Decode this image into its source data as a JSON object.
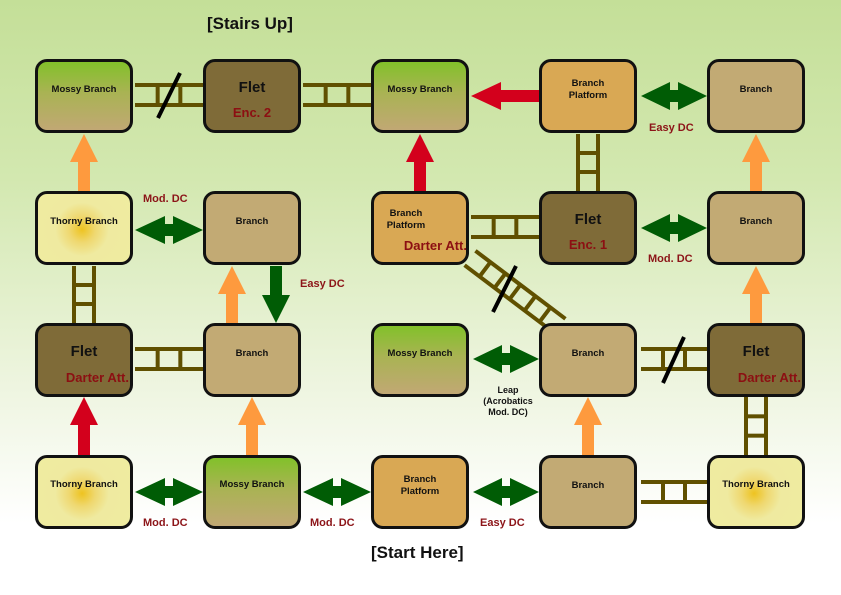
{
  "labels": {
    "top": "[Stairs Up]",
    "bottom": "[Start Here]"
  },
  "colors": {
    "move_arrow": "#fe9a3e",
    "hazard_arrow": "#d3001c",
    "jump_arrow": "#005c05",
    "ladder": "#605000",
    "dc_text": "#8c1418"
  },
  "nodes": [
    {
      "id": "r1c1",
      "type": "mossy",
      "label": "Mossy Branch"
    },
    {
      "id": "r1c2",
      "type": "flet",
      "label": "Flet",
      "sub": "Enc. 2"
    },
    {
      "id": "r1c3",
      "type": "mossy",
      "label": "Mossy Branch"
    },
    {
      "id": "r1c4",
      "type": "platform",
      "label": "Branch Platform"
    },
    {
      "id": "r1c5",
      "type": "branch",
      "label": "Branch"
    },
    {
      "id": "r2c1",
      "type": "thorny",
      "label": "Thorny Branch"
    },
    {
      "id": "r2c2",
      "type": "branch",
      "label": "Branch"
    },
    {
      "id": "r2c3",
      "type": "platform",
      "label": "Branch Platform",
      "sub": "Darter Att."
    },
    {
      "id": "r2c4",
      "type": "flet",
      "label": "Flet",
      "sub": "Enc. 1"
    },
    {
      "id": "r2c5",
      "type": "branch",
      "label": "Branch"
    },
    {
      "id": "r3c1",
      "type": "flet",
      "label": "Flet",
      "sub": "Darter Att."
    },
    {
      "id": "r3c2",
      "type": "branch",
      "label": "Branch"
    },
    {
      "id": "r3c3",
      "type": "mossy",
      "label": "Mossy Branch"
    },
    {
      "id": "r3c4",
      "type": "branch",
      "label": "Branch"
    },
    {
      "id": "r3c5",
      "type": "flet",
      "label": "Flet",
      "sub": "Darter Att."
    },
    {
      "id": "r4c1",
      "type": "thorny",
      "label": "Thorny Branch"
    },
    {
      "id": "r4c2",
      "type": "mossy",
      "label": "Mossy Branch"
    },
    {
      "id": "r4c3",
      "type": "platform",
      "label": "Branch Platform"
    },
    {
      "id": "r4c4",
      "type": "branch",
      "label": "Branch"
    },
    {
      "id": "r4c5",
      "type": "thorny",
      "label": "Thorny Branch"
    }
  ],
  "captions": [
    {
      "id": "r1-c4c5",
      "text": "Easy DC"
    },
    {
      "id": "r2-c1c2",
      "text": "Mod. DC"
    },
    {
      "id": "r2c2-down",
      "text": "Easy DC"
    },
    {
      "id": "r2-c4c5",
      "text": "Mod. DC"
    },
    {
      "id": "r4-c1c2",
      "text": "Mod. DC"
    },
    {
      "id": "r4-c2c3",
      "text": "Mod. DC"
    },
    {
      "id": "r4-c3c4",
      "text": "Easy DC"
    }
  ],
  "leap_note": [
    "Leap",
    "(Acrobatics",
    "Mod. DC)"
  ]
}
